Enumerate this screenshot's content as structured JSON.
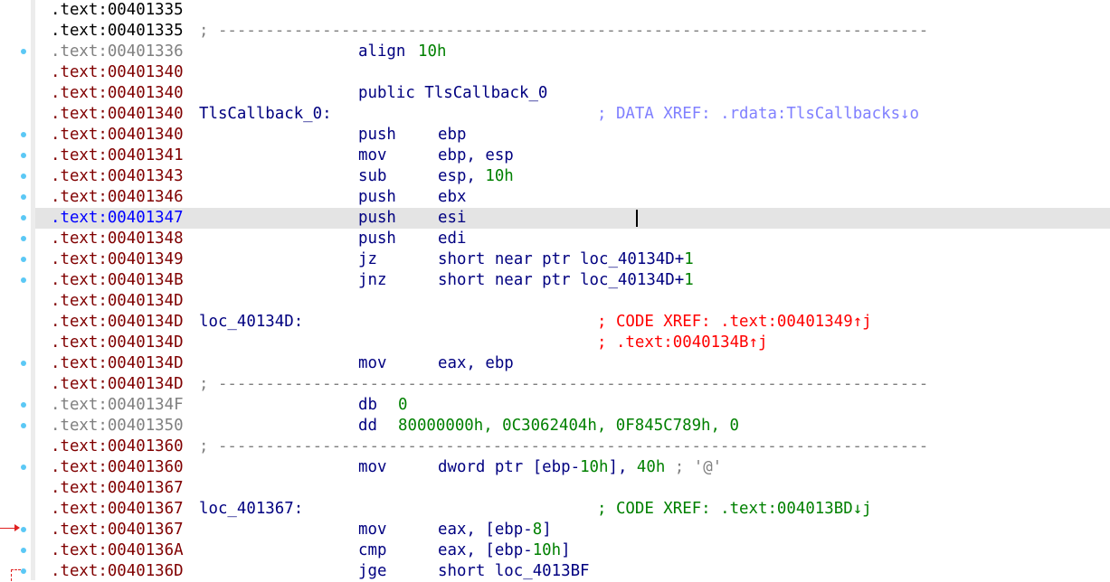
{
  "view": "IDA View - disassembly listing",
  "colors": {
    "address": "#800000",
    "address_unexplored": "#808080",
    "address_current": "#0000ff",
    "instruction": "#000080",
    "number": "#008000",
    "data_xref": "#8080ff",
    "code_xref_red": "#ff0000",
    "code_xref_green": "#008000",
    "highlight_row": "#e4e4e4",
    "breakpoint_dot": "#5bc8f5"
  },
  "rows": [
    {
      "addr": ".text:00401335",
      "addr_style": "black"
    },
    {
      "addr": ".text:00401335",
      "addr_style": "black",
      "separator": "; ---------------------------------------------------------------------------"
    },
    {
      "addr": ".text:00401336",
      "addr_style": "gray",
      "dot": true,
      "mnemonic": "align",
      "operands": "",
      "num": "10h"
    },
    {
      "addr": ".text:00401340"
    },
    {
      "addr": ".text:00401340",
      "mnemonic": "public TlsCallback_0"
    },
    {
      "addr": ".text:00401340",
      "label": "TlsCallback_0:",
      "comment": "; DATA XREF: .rdata:TlsCallbacks↓o",
      "comment_style": "data"
    },
    {
      "addr": ".text:00401340",
      "dot": true,
      "mnemonic": "push",
      "operands": "ebp"
    },
    {
      "addr": ".text:00401341",
      "dot": true,
      "mnemonic": "mov",
      "operands": "ebp, esp"
    },
    {
      "addr": ".text:00401343",
      "dot": true,
      "mnemonic": "sub",
      "operands": "esp, ",
      "num": "10h"
    },
    {
      "addr": ".text:00401346",
      "dot": true,
      "mnemonic": "push",
      "operands": "ebx"
    },
    {
      "addr": ".text:00401347",
      "addr_style": "blue",
      "dot": true,
      "highlight": true,
      "mnemonic": "push",
      "operands": "esi"
    },
    {
      "addr": ".text:00401348",
      "dot": true,
      "mnemonic": "push",
      "operands": "edi"
    },
    {
      "addr": ".text:00401349",
      "dot": true,
      "mnemonic": "jz",
      "operands": "short near ptr loc_40134D+",
      "num": "1"
    },
    {
      "addr": ".text:0040134B",
      "dot": true,
      "mnemonic": "jnz",
      "operands": "short near ptr loc_40134D+",
      "num": "1"
    },
    {
      "addr": ".text:0040134D"
    },
    {
      "addr": ".text:0040134D",
      "label": "loc_40134D:",
      "comment": "; CODE XREF: .text:00401349↑j",
      "comment_style": "red"
    },
    {
      "addr": ".text:0040134D",
      "comment": "; .text:0040134B↑j",
      "comment_style": "red"
    },
    {
      "addr": ".text:0040134D",
      "dot": true,
      "mnemonic": "mov",
      "operands": "eax, ebp"
    },
    {
      "addr": ".text:0040134D",
      "separator": "; ---------------------------------------------------------------------------"
    },
    {
      "addr": ".text:0040134F",
      "addr_style": "gray",
      "dot": true,
      "mnemonic": "db",
      "operands": "",
      "num": "0"
    },
    {
      "addr": ".text:00401350",
      "addr_style": "gray",
      "dot": true,
      "mnemonic": "dd",
      "operands": "",
      "num": "80000000h, 0C3062404h, 0F845C789h, 0"
    },
    {
      "addr": ".text:00401360",
      "separator": "; ---------------------------------------------------------------------------"
    },
    {
      "addr": ".text:00401360",
      "dot": true,
      "mnemonic": "mov",
      "operands": "dword ptr [ebp-",
      "num": "10h",
      "operands_tail": "], ",
      "num2": "40h",
      "tail_comment": " ; '@'"
    },
    {
      "addr": ".text:00401367"
    },
    {
      "addr": ".text:00401367",
      "label": "loc_401367:",
      "comment": "; CODE XREF: .text:004013BD↓j",
      "comment_style": "green"
    },
    {
      "addr": ".text:00401367",
      "dot": true,
      "arrow": true,
      "mnemonic": "mov",
      "operands": "eax, [ebp-",
      "num": "8",
      "operands_tail": "]"
    },
    {
      "addr": ".text:0040136A",
      "dot": true,
      "mnemonic": "cmp",
      "operands": "eax, [ebp-",
      "num": "10h",
      "operands_tail": "]"
    },
    {
      "addr": ".text:0040136D",
      "dot": true,
      "mnemonic": "jge",
      "operands": "short loc_4013BF"
    }
  ]
}
